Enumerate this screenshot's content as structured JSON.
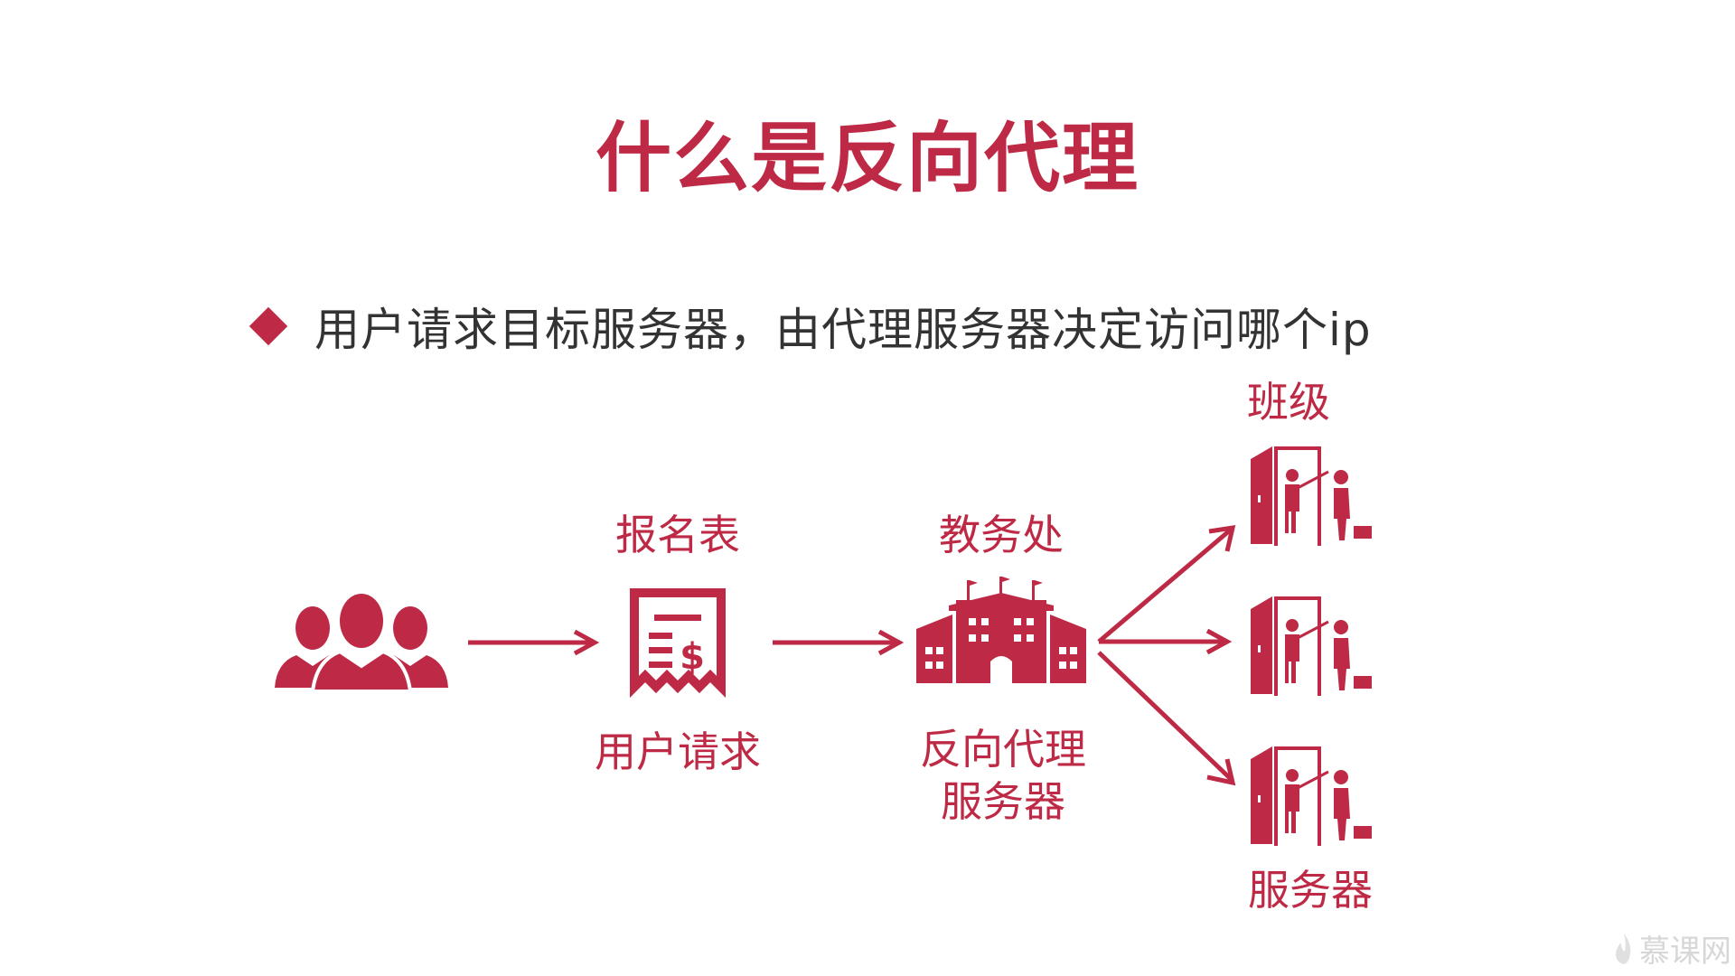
{
  "slide": {
    "title": "什么是反向代理",
    "bullet": "用户请求目标服务器，由代理服务器决定访问哪个ip"
  },
  "diagram": {
    "form_label_top": "报名表",
    "form_label_bottom": "用户请求",
    "office_label_top": "教务处",
    "office_label_bottom_line1": "反向代理",
    "office_label_bottom_line2": "服务器",
    "class_label_top": "班级",
    "class_label_bottom": "服务器"
  },
  "icons": {
    "users": "users-group-icon",
    "form": "receipt-icon",
    "office": "school-building-icon",
    "classroom": "classroom-door-icon",
    "bullet": "diamond-bullet-icon"
  },
  "watermark": {
    "text": "慕课网"
  },
  "colors": {
    "accent": "#be2a45",
    "text": "#333333",
    "watermark": "#d7d7d7"
  }
}
